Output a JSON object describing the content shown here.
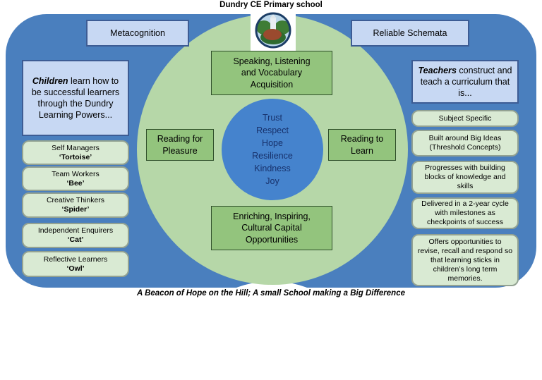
{
  "header": {
    "school_name": "Dundry CE Primary school"
  },
  "top_labels": {
    "left": "Metacognition",
    "right": "Reliable Schemata"
  },
  "left_panel": {
    "intro_bold": "Children",
    "intro_rest": " learn how to be successful learners through the Dundry Learning Powers...",
    "powers": [
      {
        "role": "Self Managers",
        "animal": "‘Tortoise’"
      },
      {
        "role": "Team Workers",
        "animal": "‘Bee’"
      },
      {
        "role": "Creative Thinkers",
        "animal": "‘Spider’"
      },
      {
        "role": "Independent Enquirers",
        "animal": "‘Cat’"
      },
      {
        "role": "Reflective Learners",
        "animal": "‘Owl’"
      }
    ]
  },
  "right_panel": {
    "intro_bold": "Teachers",
    "intro_rest": " construct and teach a curriculum that is...",
    "items": [
      "Subject Specific",
      "Built around Big Ideas (Threshold Concepts)",
      "Progresses with building blocks of knowledge and skills",
      "Delivered in a 2-year cycle with milestones as checkpoints of success",
      "Offers opportunities to revise, recall and respond so that learning sticks in children’s long term memories."
    ]
  },
  "center": {
    "top_box_lines": [
      "Speaking, Listening",
      "and Vocabulary",
      "Acquisition"
    ],
    "left_box_lines": [
      "Reading for",
      "Pleasure"
    ],
    "right_box_lines": [
      "Reading to",
      "Learn"
    ],
    "bottom_box_lines": [
      "Enriching, Inspiring,",
      "Cultural Capital",
      "Opportunities"
    ],
    "values": [
      "Trust",
      "Respect",
      "Hope",
      "Resilience",
      "Kindness",
      "Joy"
    ]
  },
  "footer": {
    "motto": "A Beacon of Hope on the Hill; A small School making a Big Difference"
  },
  "colors": {
    "bg-blue": "#4a7fbe",
    "inner-blue": "#4583cd",
    "ring-green": "#b6d7a8",
    "box-green": "#93c47d",
    "light-green": "#d9ead3",
    "light-blue": "#c7d8f3",
    "navy-text": "#17316b",
    "border-blue": "#3d5c94",
    "border-green-dark": "#2f4f2a",
    "border-gray-green": "#93a292"
  }
}
